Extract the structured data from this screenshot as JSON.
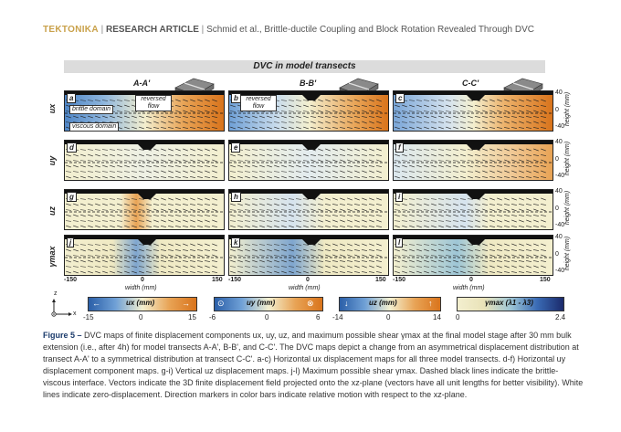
{
  "header": {
    "journal": "TEKTONIKA",
    "article_type": "RESEARCH ARTICLE",
    "citation": "Schmid et al., Brittle-ductile Coupling and Block Rotation Revealed Through DVC"
  },
  "figure": {
    "title": "DVC in model transects",
    "columns": [
      "A-A'",
      "B-B'",
      "C-C'"
    ],
    "row_labels": [
      "ux",
      "uy",
      "uz",
      "γmax"
    ],
    "panel_letters": [
      "a",
      "b",
      "c",
      "d",
      "e",
      "f",
      "g",
      "h",
      "i",
      "j",
      "k",
      "l"
    ],
    "annotations": {
      "brittle": "brittle domain",
      "viscous": "viscous domain",
      "reversed": "reversed flow"
    },
    "height_axis": {
      "label": "height (mm)",
      "ticks": [
        "40",
        "0",
        "-40"
      ]
    },
    "width_axis": {
      "label": "width (mm)",
      "ticks": [
        "-150",
        "0",
        "150"
      ]
    },
    "axes_icon": {
      "z": "z",
      "x": "x"
    },
    "colorbars": [
      {
        "label": "ux (mm)",
        "min": "-15",
        "mid": "0",
        "max": "15"
      },
      {
        "label": "uy (mm)",
        "min": "-6",
        "mid": "0",
        "max": "6"
      },
      {
        "label": "uz (mm)",
        "min": "-14",
        "mid": "0",
        "max": "14"
      },
      {
        "label": "γmax (λ1 - λ3)",
        "min": "0",
        "mid": "",
        "max": "2.4"
      }
    ],
    "colors": {
      "blue": "#2b5fa8",
      "orange": "#d9741c",
      "cream": "#f3efcf",
      "navy": "#1b2a6b"
    }
  },
  "caption": {
    "title": "Figure 5 –",
    "text": "DVC maps of finite displacement components ux, uy, uz, and maximum possible shear γmax at the final model stage after 30 mm bulk extension (i.e., after 4h) for model transects A-A', B-B', and C-C'. The DVC maps depict a change from an asymmetrical displacement distribution at transect A-A' to a symmetrical distribution at transect C-C'. a-c) Horizontal ux displacement maps for all three model transects. d-f) Horizontal uy displacement component maps. g-i) Vertical uz displacement maps. j-l) Maximum possible shear γmax. Dashed black lines indicate the brittle-viscous interface. Vectors indicate the 3D finite displacement field projected onto the xz-plane (vectors have all unit lengths for better visibility). White lines indicate zero-displacement. Direction markers in color bars indicate relative motion with respect to the xz-plane."
  }
}
